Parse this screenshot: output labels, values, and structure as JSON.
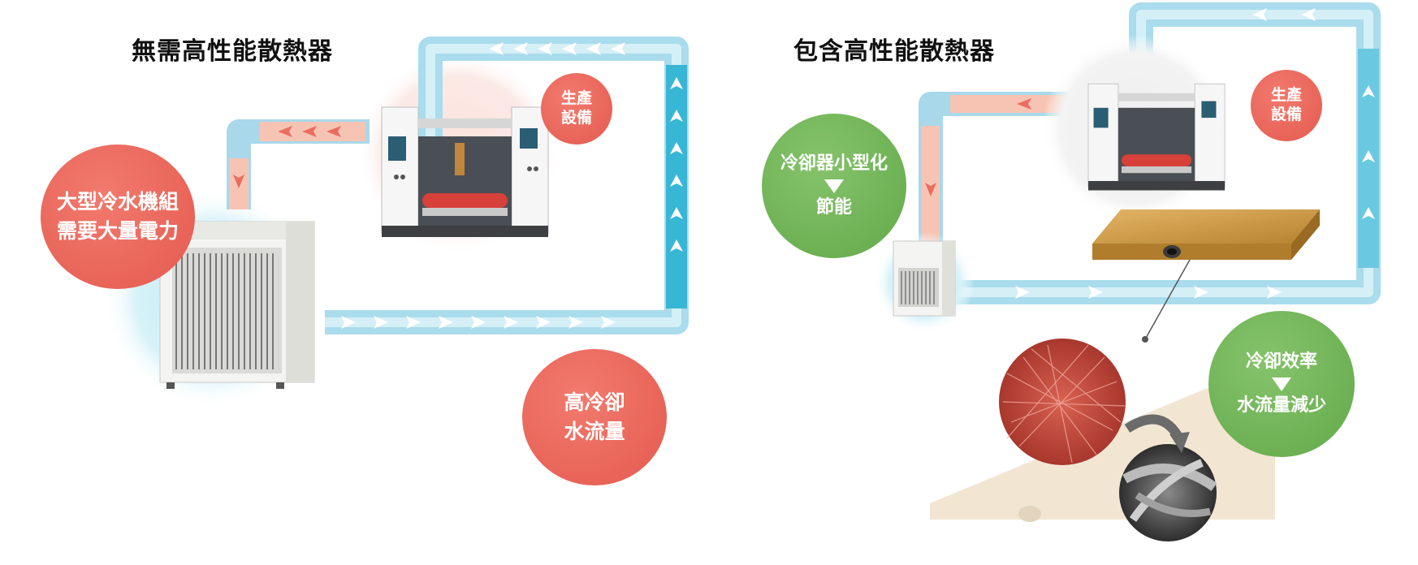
{
  "left_panel": {
    "title": "無需高性能散熱器",
    "bubble_chiller": [
      "大型冷水機組",
      "需要大量電力"
    ],
    "bubble_equipment": [
      "生產",
      "設備"
    ],
    "bubble_flow": [
      "高冷卻",
      "水流量"
    ]
  },
  "right_panel": {
    "title": "包含高性能散熱器",
    "bubble_equipment": [
      "生產",
      "設備"
    ],
    "bubble_saving": [
      "冷卻器小型化",
      "節能"
    ],
    "bubble_efficiency": [
      "冷卻效率",
      "水流量減少"
    ]
  },
  "colors": {
    "warm_pipe": "#f6b9a6",
    "cool_pipe": "#8fd1e6",
    "red_bubble": "#e45a4f",
    "green_bubble": "#6aaf52"
  }
}
